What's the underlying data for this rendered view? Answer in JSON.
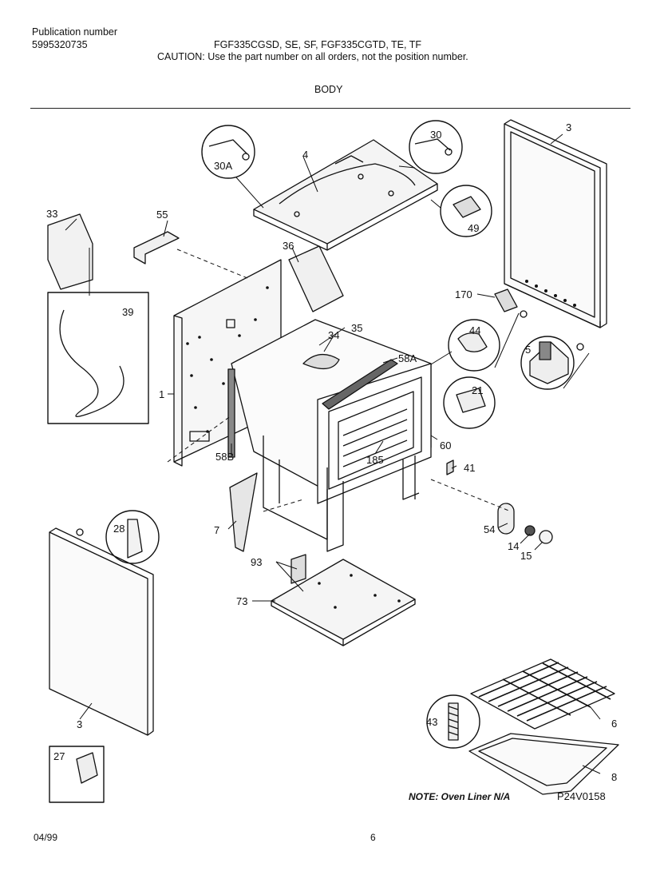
{
  "header": {
    "publication_label": "Publication number",
    "publication_number": "5995320735",
    "models": "FGF335CGSD, SE, SF, FGF335CGTD, TE, TF",
    "caution": "CAUTION:  Use the part number on all orders, not the position number.",
    "section": "BODY"
  },
  "parts": {
    "p3a": "3",
    "p3b": "3",
    "p4": "4",
    "p30": "30",
    "p30A": "30A",
    "p49": "49",
    "p33": "33",
    "p55": "55",
    "p36": "36",
    "p39": "39",
    "p170": "170",
    "p44": "44",
    "p5": "5",
    "p34": "34",
    "p35": "35",
    "p58A": "58A",
    "p21": "21",
    "p1": "1",
    "p58B": "58B",
    "p60": "60",
    "p185": "185",
    "p41": "41",
    "p28": "28",
    "p7": "7",
    "p54": "54",
    "p14": "14",
    "p15": "15",
    "p93": "93",
    "p73": "73",
    "p43": "43",
    "p6": "6",
    "p8": "8",
    "p27": "27"
  },
  "note": "NOTE: Oven Liner N/A",
  "diagram_code": "P24V0158",
  "footer": {
    "date": "04/99",
    "page": "6"
  },
  "colors": {
    "ink": "#111111",
    "paper": "#ffffff"
  }
}
